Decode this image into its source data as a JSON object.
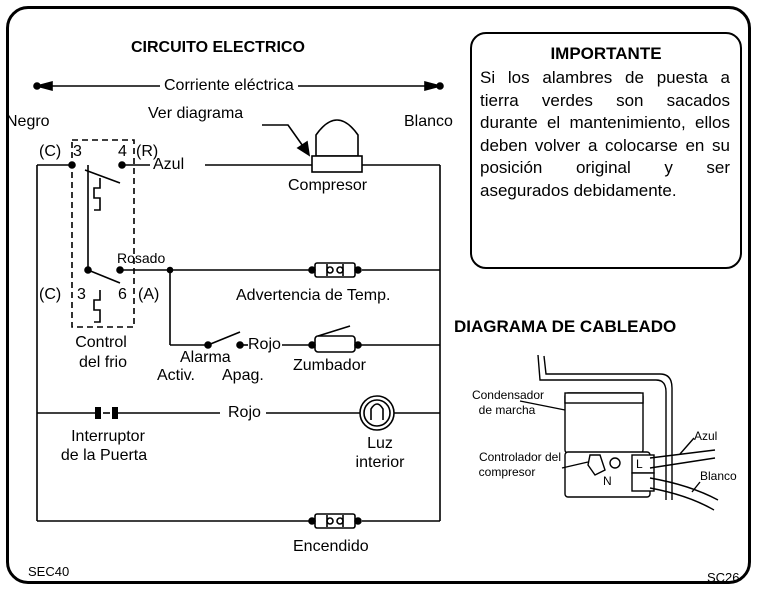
{
  "circuit": {
    "title": "CIRCUITO ELECTRICO",
    "corriente": "Corriente eléctrica",
    "negro": "Negro",
    "blanco": "Blanco",
    "ver_diagrama": "Ver diagrama",
    "c_top": "(C)",
    "t3_top": "3",
    "t4": "4",
    "r": "(R)",
    "azul": "Azul",
    "compresor": "Compresor",
    "rosado": "Rosado",
    "c_bot": "(C)",
    "t3_bot": "3",
    "t6": "6",
    "a": "(A)",
    "advertencia": "Advertencia de Temp.",
    "control_1": "Control",
    "control_2": "del frio",
    "alarma": "Alarma",
    "activ": "Activ.",
    "apag": "Apag.",
    "rojo_top": "Rojo",
    "zumbador": "Zumbador",
    "rojo_bottom": "Rojo",
    "interruptor_1": "Interruptor",
    "interruptor_2": "de la Puerta",
    "luz_1": "Luz",
    "luz_2": "interior",
    "encendido": "Encendido"
  },
  "importante": {
    "title": "IMPORTANTE",
    "text": "Si los alambres de puesta a tierra verdes son sacados durante el mantenimiento, ellos deben volver a colocarse en su posición original y ser asegurados debidamente."
  },
  "wiring": {
    "title": "DIAGRAMA DE CABLEADO",
    "condensador_1": "Condensador",
    "condensador_2": "de marcha",
    "controlador_1": "Controlador del",
    "controlador_2": "compresor",
    "azul": "Azul",
    "blanco": "Blanco",
    "l": "L",
    "n": "N"
  },
  "footer": {
    "left_code": "SEC40",
    "right_code": "SC26"
  }
}
